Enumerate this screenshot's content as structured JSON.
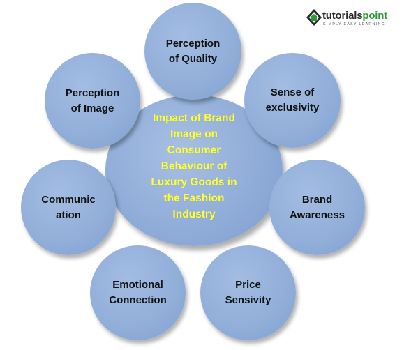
{
  "logo": {
    "brand_prefix": "tutorials",
    "brand_suffix": "point",
    "tagline": "SIMPLY EASY LEARNING",
    "brand_color": "#2e9b3a"
  },
  "center": {
    "lines": [
      "Impact of Brand",
      "Image on",
      "Consumer",
      "Behaviour of",
      "Luxury Goods in",
      "the Fashion",
      "Industry"
    ],
    "text_color": "#ffff33",
    "fill_color": "#8eabd8"
  },
  "satellites": [
    {
      "id": "perception-of-quality",
      "lines": [
        "Perception",
        "of Quality"
      ]
    },
    {
      "id": "sense-of-exclusivity",
      "lines": [
        "Sense of",
        "exclusivity"
      ]
    },
    {
      "id": "brand-awareness",
      "lines": [
        "Brand",
        "Awareness"
      ]
    },
    {
      "id": "price-sensivity",
      "lines": [
        "Price",
        "Sensivity"
      ]
    },
    {
      "id": "emotional-connection",
      "lines": [
        "Emotional",
        "Connection"
      ]
    },
    {
      "id": "communication",
      "lines": [
        "Communic",
        "ation"
      ]
    },
    {
      "id": "perception-of-image",
      "lines": [
        "Perception",
        "of Image"
      ]
    }
  ],
  "satellite_fill": "#91aed9",
  "satellite_text_color": "#111111"
}
